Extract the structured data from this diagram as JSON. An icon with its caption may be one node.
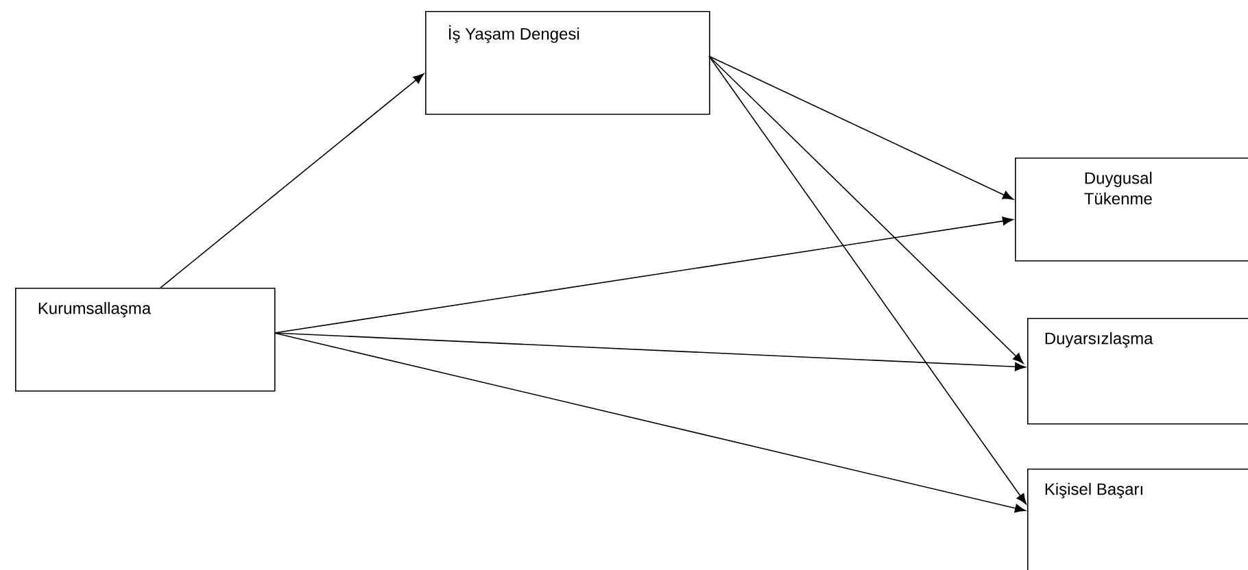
{
  "diagram": {
    "nodes": [
      {
        "text": [
          "Kurumsallaşma"
        ]
      },
      {
        "text": [
          "İş Yaşam Dengesi"
        ]
      },
      {
        "text": [
          "Duygusal Tükenme"
        ]
      },
      {
        "text": [
          "Duyarsızlaşma"
        ]
      },
      {
        "text": [
          "Kişisel Başarı"
        ]
      }
    ],
    "edges": [
      {
        "from": 0,
        "to": 1,
        "arrow": "to"
      },
      {
        "from": 0,
        "to": 2,
        "arrow": "to"
      },
      {
        "from": 0,
        "to": 3,
        "arrow": "to"
      },
      {
        "from": 0,
        "to": 4,
        "arrow": "to"
      },
      {
        "from": 1,
        "to": 2,
        "arrow": "to"
      },
      {
        "from": 1,
        "to": 3,
        "arrow": "to"
      },
      {
        "from": 1,
        "to": 4,
        "arrow": "to"
      }
    ]
  }
}
